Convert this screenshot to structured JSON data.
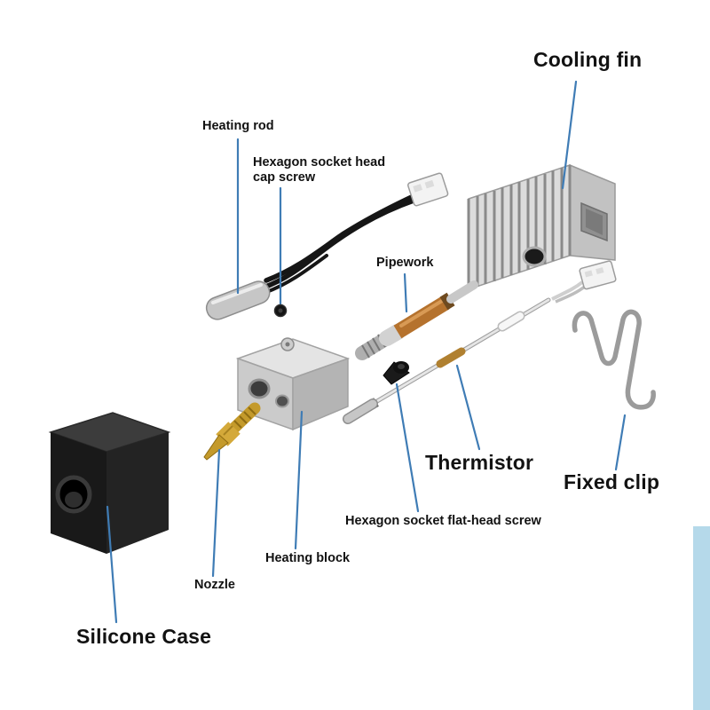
{
  "page": {
    "background": "#ffffff",
    "stripe_color": "#b5d9ea",
    "leader_line_color": "#3f7cb5"
  },
  "diagram": {
    "type": "exploded-parts-diagram",
    "labels": {
      "cooling_fin": "Cooling fin",
      "heating_rod": "Heating rod",
      "hex_cap_screw": "Hexagon socket head cap screw",
      "pipework": "Pipework",
      "thermistor": "Thermistor",
      "fixed_clip": "Fixed clip",
      "hex_flat_screw": "Hexagon socket flat-head screw",
      "heating_block": "Heating block",
      "nozzle": "Nozzle",
      "silicone_case": "Silicone Case"
    },
    "part_colors": {
      "aluminum": "#cfcfcf",
      "brass": "#c49a2b",
      "copper": "#b5722d",
      "silicone_black": "#191919",
      "wire_black": "#161616",
      "connector_white": "#f3f3f3",
      "clip_gray": "#9b9b9b"
    }
  }
}
